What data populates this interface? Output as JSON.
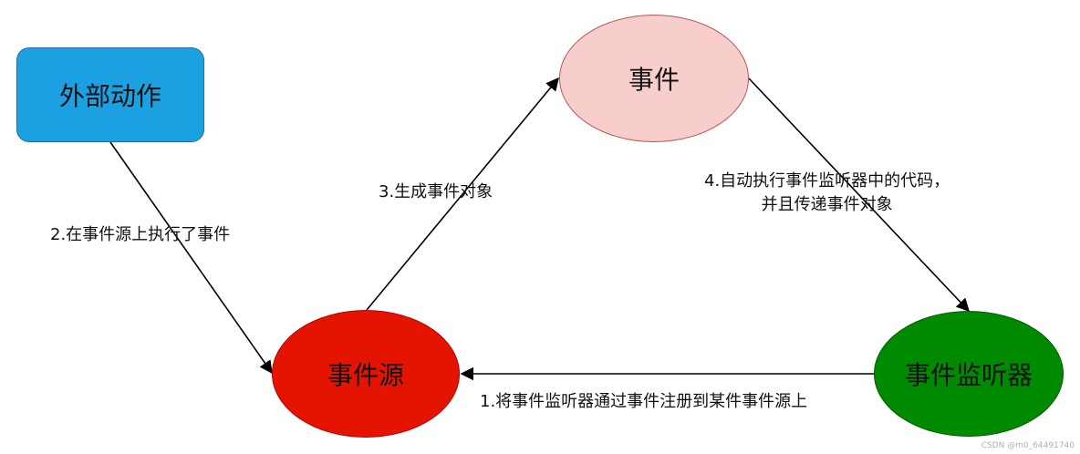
{
  "nodes": {
    "external_action": "外部动作",
    "event": "事件",
    "event_source": "事件源",
    "event_listener": "事件监听器"
  },
  "edges": {
    "step1": "1.将事件监听器通过事件注册到某件事件源上",
    "step2": "2.在事件源上执行了事件",
    "step3": "3.生成事件对象",
    "step4_line1": "4.自动执行事件监听器中的代码，",
    "step4_line2": "并且传递事件对象"
  },
  "colors": {
    "external_action": "#1ba1e2",
    "event": "#f8cecc",
    "event_source": "#e51400",
    "event_listener": "#008a00"
  },
  "watermark": "CSDN @m0_64491740"
}
